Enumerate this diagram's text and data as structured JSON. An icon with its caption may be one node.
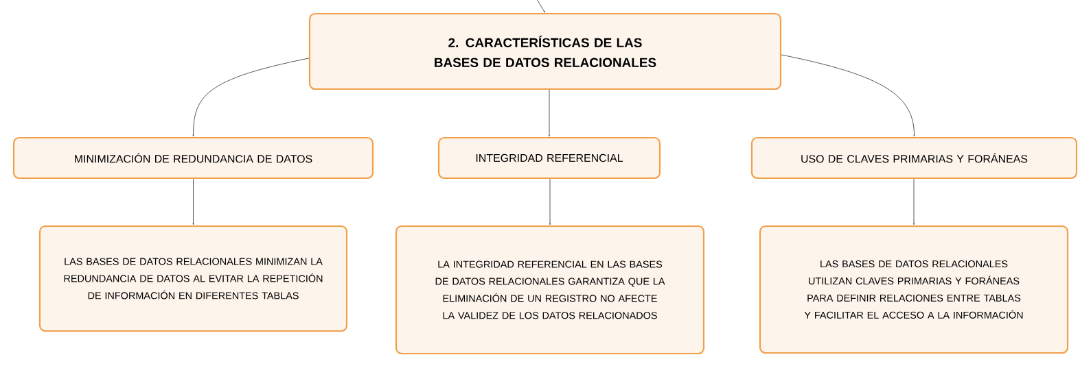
{
  "diagram": {
    "nodes": [
      {
        "text": [
          "2. CARACTERÍSTICAS DE LAS BASES DE DATOS RELACIONALES"
        ]
      },
      {
        "text": [
          "MINIMIZACIÓN DE REDUNDANCIA DE DATOS"
        ]
      },
      {
        "text": [
          "INTEGRIDAD REFERENCIAL"
        ]
      },
      {
        "text": [
          "USO DE CLAVES PRIMARIAS Y FORÁNEAS"
        ]
      },
      {
        "text": [
          "LAS BASES DE DATOS RELACIONALES MINIMIZAN LA REDUNDANCIA DE DATOS AL EVITAR LA REPETICIÓN DE INFORMACIÓN EN DIFERENTES TABLAS"
        ]
      },
      {
        "text": [
          "LA INTEGRIDAD REFERENCIAL EN LAS BASES DE DATOS RELACIONALES GARANTIZA QUE LA ELIMINACIÓN DE UN REGISTRO NO AFECTE LA VALIDEZ DE LOS DATOS RELACIONADOS"
        ]
      },
      {
        "text": [
          "LAS BASES DE DATOS RELACIONALES UTILIZAN CLAVES PRIMARIAS Y FORÁNEAS PARA DEFINIR RELACIONES ENTRE TABLAS Y FACILITAR EL ACCESO A LA INFORMACIÓN"
        ]
      }
    ],
    "edges": [
      {
        "from": null,
        "to": 0,
        "arrow": "to"
      },
      {
        "from": 0,
        "to": 1,
        "arrow": "to"
      },
      {
        "from": 0,
        "to": 2,
        "arrow": "to"
      },
      {
        "from": 0,
        "to": 3,
        "arrow": "to"
      },
      {
        "from": 1,
        "to": 4,
        "arrow": "to"
      },
      {
        "from": 2,
        "to": 5,
        "arrow": "to"
      },
      {
        "from": 3,
        "to": 6,
        "arrow": "to"
      }
    ]
  }
}
